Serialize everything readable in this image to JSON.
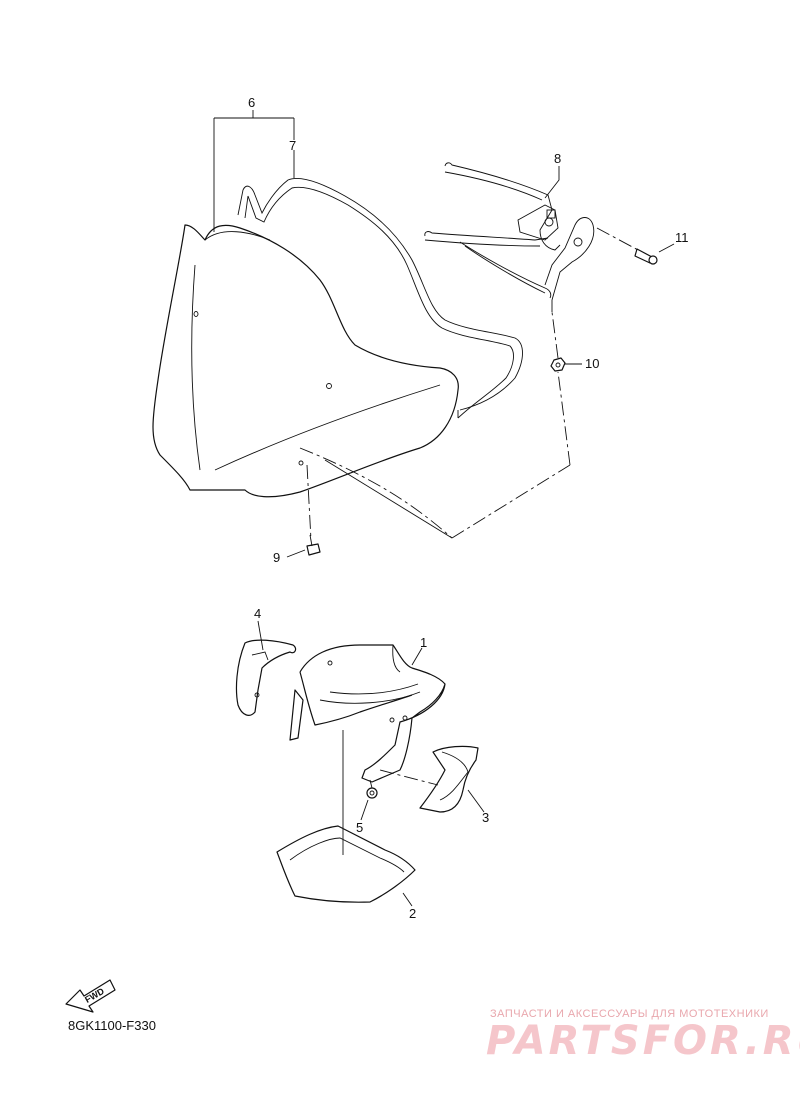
{
  "diagram": {
    "drawing_code": "8GK1100-F330",
    "fwd_arrow_label": "FWD",
    "callouts": [
      "1",
      "2",
      "3",
      "4",
      "5",
      "6",
      "7",
      "8",
      "9",
      "10",
      "11"
    ]
  },
  "watermark": {
    "tagline": "ЗАПЧАСТИ И АКСЕССУАРЫ ДЛЯ МОТОТЕХНИКИ",
    "brand": "PARTSFOR.RU",
    "color": "#f5c6cb"
  }
}
